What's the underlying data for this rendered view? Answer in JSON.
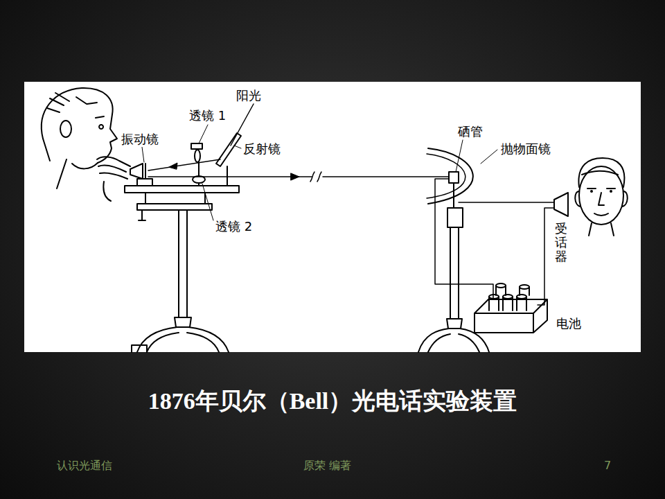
{
  "diagram": {
    "title": "1876年贝尔（Bell）光电话实验装置",
    "labels": [
      "阳光",
      "透镜 1",
      "振动镜",
      "反射镜",
      "透镜 2",
      "硒管",
      "抛物面镜",
      "受话器",
      "电池",
      "认识光通信",
      "原荣 编著",
      "7"
    ]
  }
}
